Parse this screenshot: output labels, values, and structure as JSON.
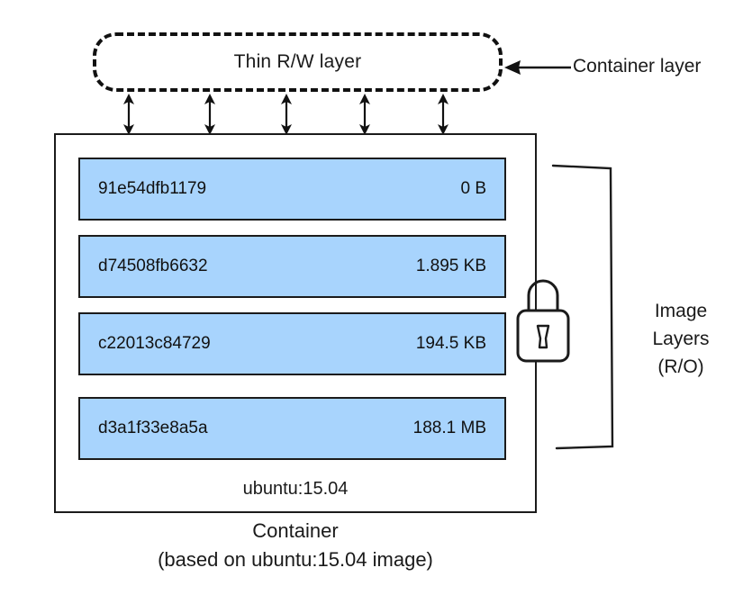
{
  "diagram": {
    "rw_layer": {
      "label": "Thin R/W layer",
      "border_style": "dashed"
    },
    "callout": {
      "label": "Container layer",
      "arrow_icon": "left-arrow-icon"
    },
    "container": {
      "image_tag": "ubuntu:15.04",
      "caption_line1": "Container",
      "caption_line2": "(based on ubuntu:15.04 image)"
    },
    "layers": [
      {
        "id": "91e54dfb1179",
        "size": "0 B"
      },
      {
        "id": "d74508fb6632",
        "size": "1.895 KB"
      },
      {
        "id": "c22013c84729",
        "size": "194.5 KB"
      },
      {
        "id": "d3a1f33e8a5a",
        "size": "188.1 MB"
      }
    ],
    "image_layers_label": {
      "line1": "Image",
      "line2": "Layers",
      "line3": "(R/O)"
    },
    "lock_icon_name": "padlock-icon",
    "arrow_count": 5,
    "colors": {
      "layer_fill": "#a8d4fd",
      "stroke": "#1b1b1b",
      "background": "#ffffff",
      "text": "#1a1a1a"
    }
  }
}
